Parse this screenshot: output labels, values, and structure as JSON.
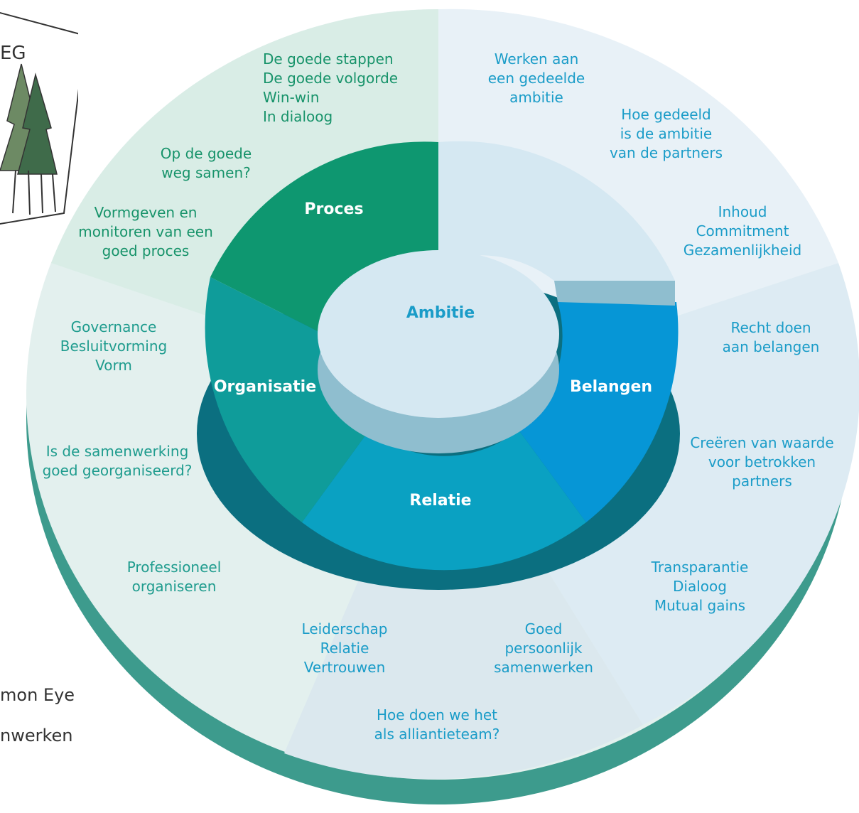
{
  "diagram": {
    "center": "Ambitie",
    "segments": {
      "proces": "Proces",
      "organisatie": "Organisatie",
      "relatie": "Relatie",
      "belangen": "Belangen"
    },
    "outer_labels": {
      "proces_steps": "De goede stappen\nDe goede volgorde\nWin-win\nIn dialoog",
      "proces_question": "Op de goede\nweg samen?",
      "proces_shaping": "Vormgeven en\nmonitoren van een\ngoed proces",
      "ambitie_shared": "Werken aan\neen gedeelde\nambitie",
      "ambitie_question": "Hoe gedeeld\nis de ambitie\nvan de partners",
      "ambitie_items": "Inhoud\nCommitment\nGezamenlijkheid",
      "belangen_justice": "Recht doen\naan belangen",
      "belangen_value": "Creëren van waarde\nvoor betrokken\npartners",
      "belangen_items": "Transparantie\nDialoog\nMutual gains",
      "relatie_personal": "Goed\npersoonlijk\nsamenwerken",
      "relatie_question": "Hoe doen we het\nals alliantieteam?",
      "relatie_items": "Leiderschap\nRelatie\nVertrouwen",
      "organisatie_professional": "Professioneel\norganiseren",
      "organisatie_question": "Is de samenwerking\ngoed georganiseerd?",
      "organisatie_items": "Governance\nBesluitvorming\nVorm"
    }
  },
  "sign_fragment": "EG",
  "cut_text": {
    "line1": "mon Eye",
    "line2": "nwerken"
  },
  "colors": {
    "proces": "#0e9770",
    "organisatie": "#0f9c9a",
    "relatie": "#0aa1c2",
    "belangen": "#0696d6",
    "outer_base": "#3d9b8d",
    "center": "#d5e8f2"
  }
}
